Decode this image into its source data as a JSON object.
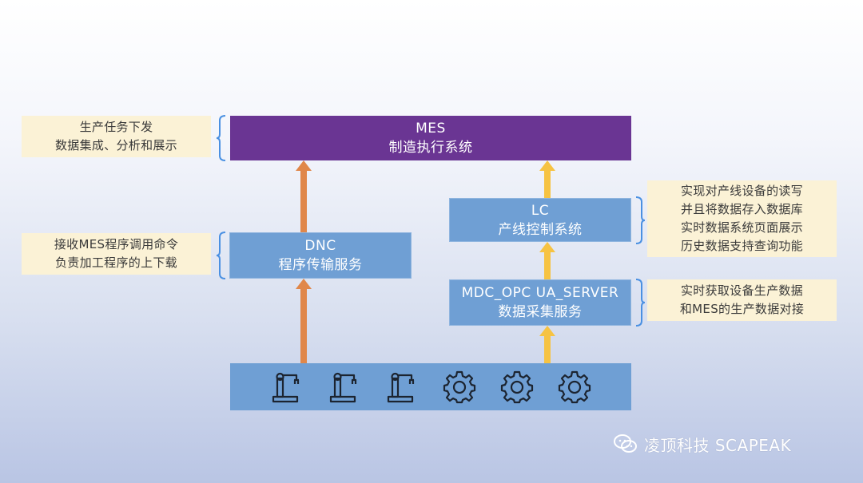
{
  "mes": {
    "title": "MES",
    "subtitle": "制造执行系统"
  },
  "dnc": {
    "title": "DNC",
    "subtitle": "程序传输服务"
  },
  "lc": {
    "title": "LC",
    "subtitle": "产线控制系统"
  },
  "mdc": {
    "title": "MDC_OPC UA_SERVER",
    "subtitle": "数据采集服务"
  },
  "notes": {
    "mes_lines": [
      "生产任务下发",
      "数据集成、分析和展示"
    ],
    "dnc_lines": [
      "接收MES程序调用命令",
      "负责加工程序的上下载"
    ],
    "lc_lines": [
      "实现对产线设备的读写",
      "并且将数据存入数据库",
      "实时数据系统页面展示",
      "历史数据支持查询功能"
    ],
    "mdc_lines": [
      "实时获取设备生产数据",
      "和MES的生产数据对接"
    ]
  },
  "devices": [
    "robot-arm-icon",
    "robot-arm-icon",
    "robot-arm-icon",
    "gear-icon",
    "gear-icon",
    "gear-icon"
  ],
  "colors": {
    "mes": "#6a3593",
    "service": "#6f9fd4",
    "note": "#fbf2d6",
    "arrow_orange": "#e0874a",
    "arrow_yellow": "#f6c343",
    "brace": "#4a90e2"
  },
  "watermark": {
    "text": "凌顶科技 SCAPEAK",
    "icon": "wechat-icon"
  }
}
